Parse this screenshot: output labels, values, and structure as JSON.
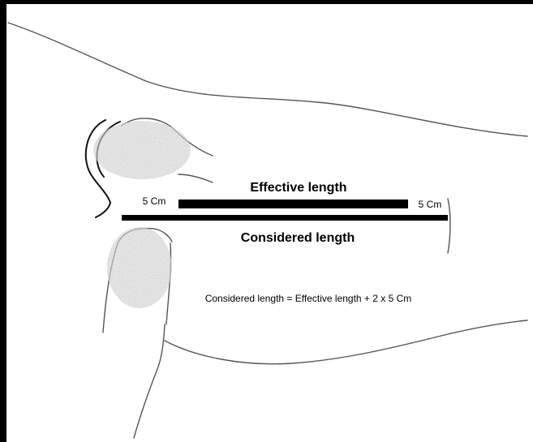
{
  "diagram": {
    "effective_label": "Effective length",
    "considered_label": "Considered length",
    "left_offset_label": "5 Cm",
    "right_offset_label": "5 Cm",
    "formula": "Considered length = Effective length + 2 x 5 Cm"
  },
  "colors": {
    "bar": "#000000",
    "outline": "#555555",
    "frame": "#000000",
    "bone_shading": "#bdbdbd"
  }
}
